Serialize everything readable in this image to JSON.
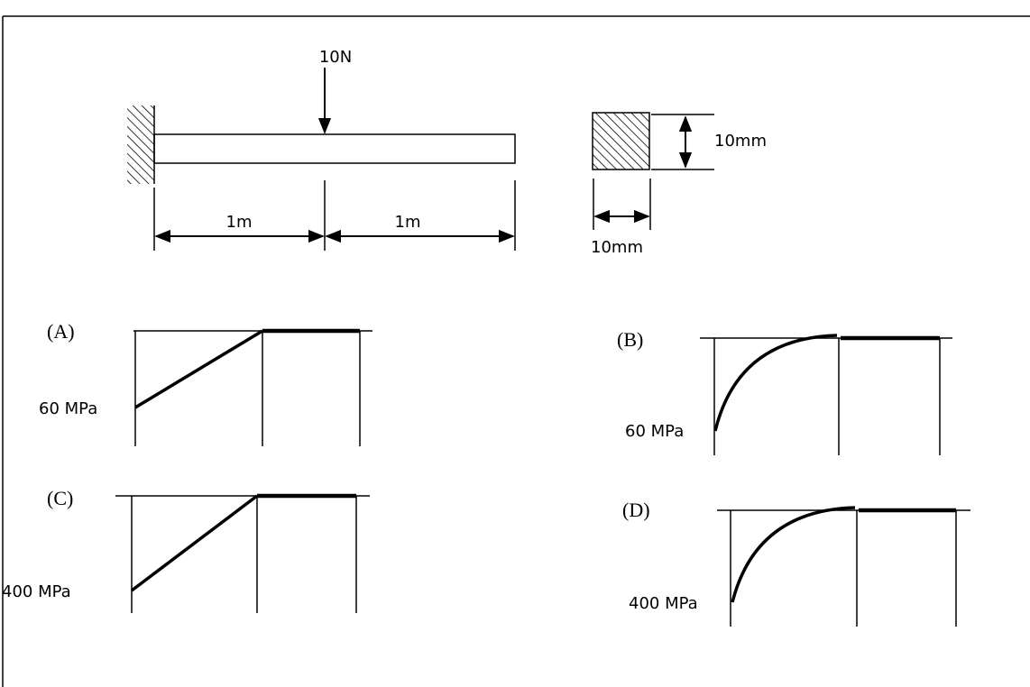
{
  "beam": {
    "load_label": "10N",
    "span_left_label": "1m",
    "span_right_label": "1m"
  },
  "section": {
    "height_label": "10mm",
    "width_label": "10mm"
  },
  "options": [
    {
      "letter": "(A)",
      "stress_label": "60 MPa"
    },
    {
      "letter": "(B)",
      "stress_label": "60 MPa"
    },
    {
      "letter": "(C)",
      "stress_label": "400 MPa"
    },
    {
      "letter": "(D)",
      "stress_label": "400 MPa"
    }
  ]
}
